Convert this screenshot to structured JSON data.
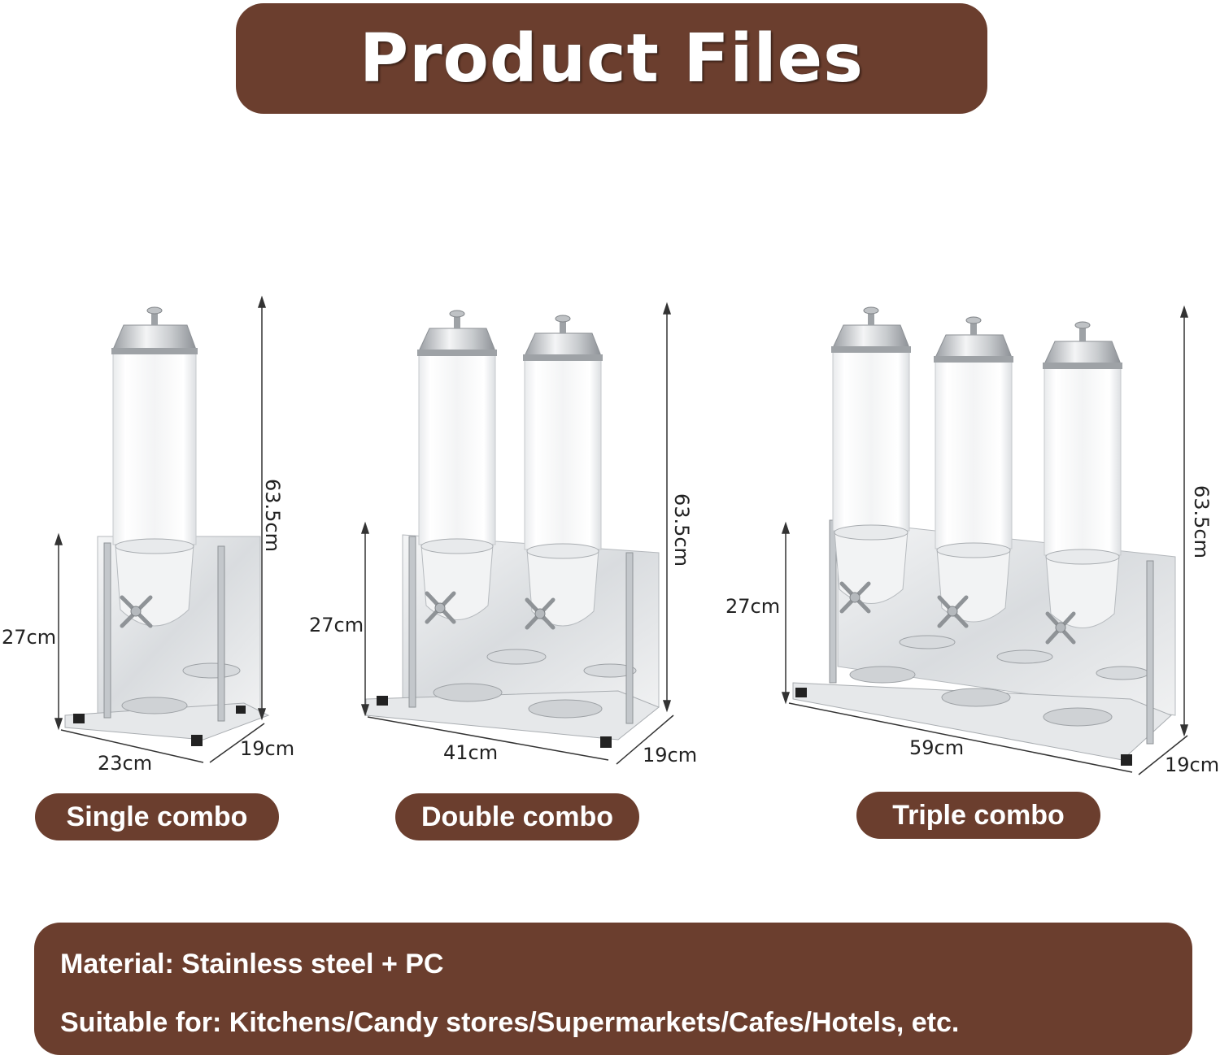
{
  "title": "Product Files",
  "products": [
    {
      "name": "Single combo",
      "height": "63.5cm",
      "base_height": "27cm",
      "width": "23cm",
      "depth": "19cm",
      "tubes": 1
    },
    {
      "name": "Double combo",
      "height": "63.5cm",
      "base_height": "27cm",
      "width": "41cm",
      "depth": "19cm",
      "tubes": 2
    },
    {
      "name": "Triple combo",
      "height": "63.5cm",
      "base_height": "27cm",
      "width": "59cm",
      "depth": "19cm",
      "tubes": 3
    }
  ],
  "info": {
    "material": "Material: Stainless steel + PC",
    "suitable": "Suitable for: Kitchens/Candy stores/Supermarkets/Cafes/Hotels, etc."
  },
  "colors": {
    "banner": "#6b3e2e",
    "text_on_banner": "#ffffff"
  }
}
